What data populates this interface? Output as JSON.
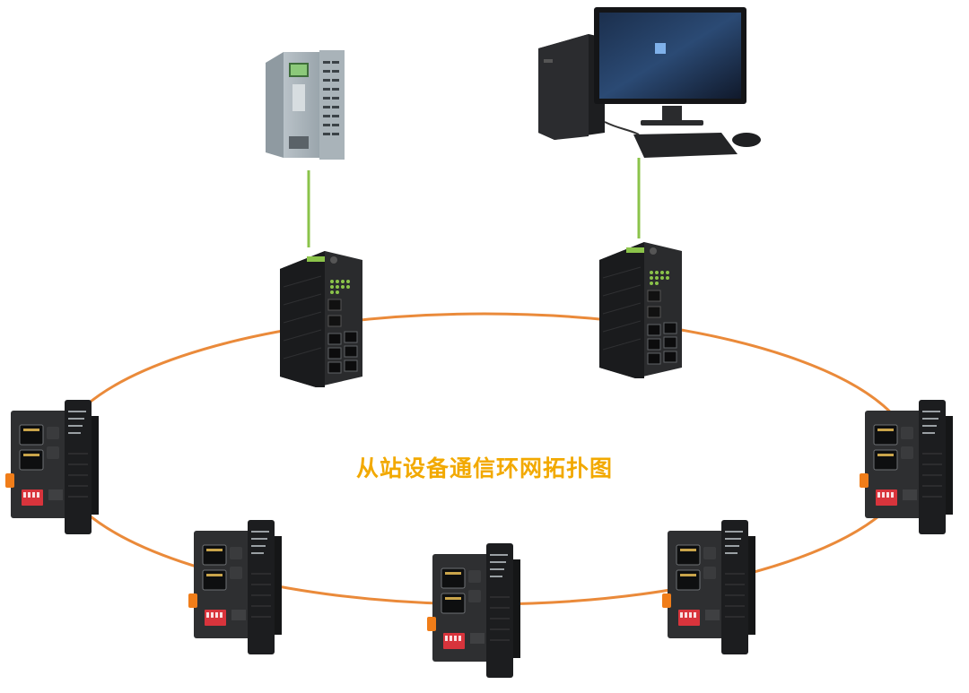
{
  "diagram": {
    "title": "从站设备通信环网拓扑图",
    "colors": {
      "ring": "#ea8a3a",
      "link": "#8bc34a",
      "title": "#f2a900",
      "device_body": "#2e2f31",
      "device_dark": "#1c1d1f",
      "accent_orange": "#f07d19",
      "dip_red": "#d8343c"
    },
    "nodes": {
      "plc": {
        "type": "plc-controller",
        "icon": "plc-icon"
      },
      "pc": {
        "type": "desktop-computer",
        "icon": "computer-icon"
      },
      "switch_left": {
        "type": "industrial-switch",
        "icon": "switch-icon"
      },
      "switch_right": {
        "type": "industrial-switch",
        "icon": "switch-icon"
      },
      "io_modules": [
        {
          "id": "slave-1",
          "icon": "io-coupler-icon"
        },
        {
          "id": "slave-2",
          "icon": "io-coupler-icon"
        },
        {
          "id": "slave-3",
          "icon": "io-coupler-icon"
        },
        {
          "id": "slave-4",
          "icon": "io-coupler-icon"
        },
        {
          "id": "slave-5",
          "icon": "io-coupler-icon"
        }
      ]
    },
    "links": [
      {
        "from": "plc",
        "to": "switch_left",
        "kind": "ethernet"
      },
      {
        "from": "pc",
        "to": "switch_right",
        "kind": "ethernet"
      }
    ],
    "ring": {
      "members": [
        "switch_left",
        "switch_right",
        "slave-5",
        "slave-4",
        "slave-3",
        "slave-2",
        "slave-1"
      ]
    }
  }
}
